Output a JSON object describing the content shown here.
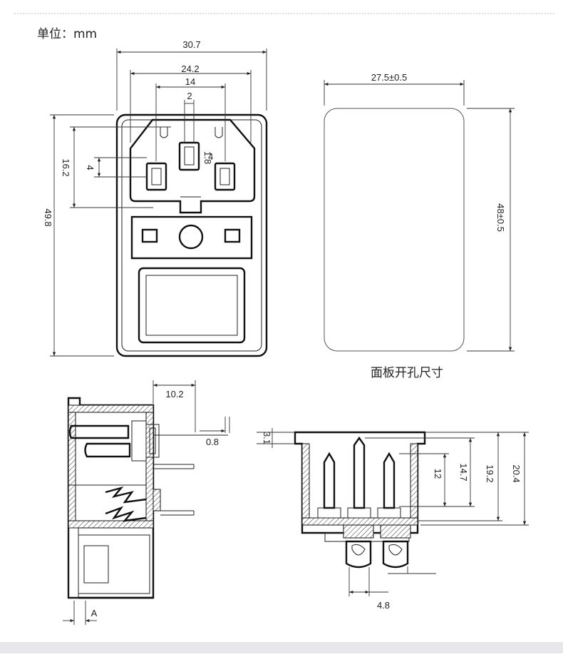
{
  "unit_label": "单位：mm",
  "caption": "面板开孔尺寸",
  "front_view": {
    "width_overall": "30.7",
    "width_socket": "24.2",
    "pin_spacing": "14",
    "earth_pin_width": "2",
    "socket_height": "16.2",
    "pin_width": "4",
    "height_overall": "49.8",
    "small_dims": [
      "1.8",
      "4"
    ]
  },
  "panel_cutout": {
    "width": "27.5±0.5",
    "height": "48±0.5"
  },
  "side_view": {
    "pin_length": "10.2",
    "panel_gap": "0.8",
    "section_mark": "A"
  },
  "bottom_view": {
    "flange": "3.1",
    "dim_12": "12",
    "dim_14_7": "14.7",
    "dim_19_2": "19.2",
    "dim_20_4": "20.4",
    "tab_width": "4.8"
  }
}
